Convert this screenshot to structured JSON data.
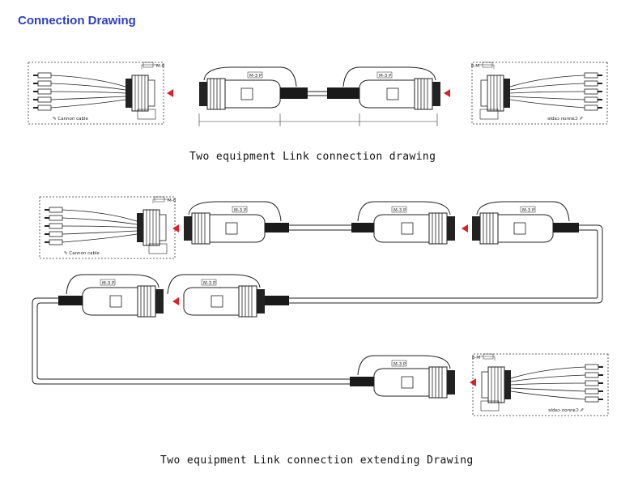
{
  "page": {
    "title": "Connection Drawing"
  },
  "drawings": {
    "link": {
      "caption": "Two equipment Link connection drawing"
    },
    "extending": {
      "caption": "Two equipment Link connection extending Drawing"
    }
  },
  "colors": {
    "title": "#2b3fc1",
    "arrow": "#e0202a",
    "line": "#1a1a1a",
    "cable_dark": "#1a1a1a"
  },
  "icons": {
    "arrow": "red-triangle-left-icon",
    "connector": "circular-connector-icon",
    "fan_out": "rca-fan-out-cable-icon"
  }
}
